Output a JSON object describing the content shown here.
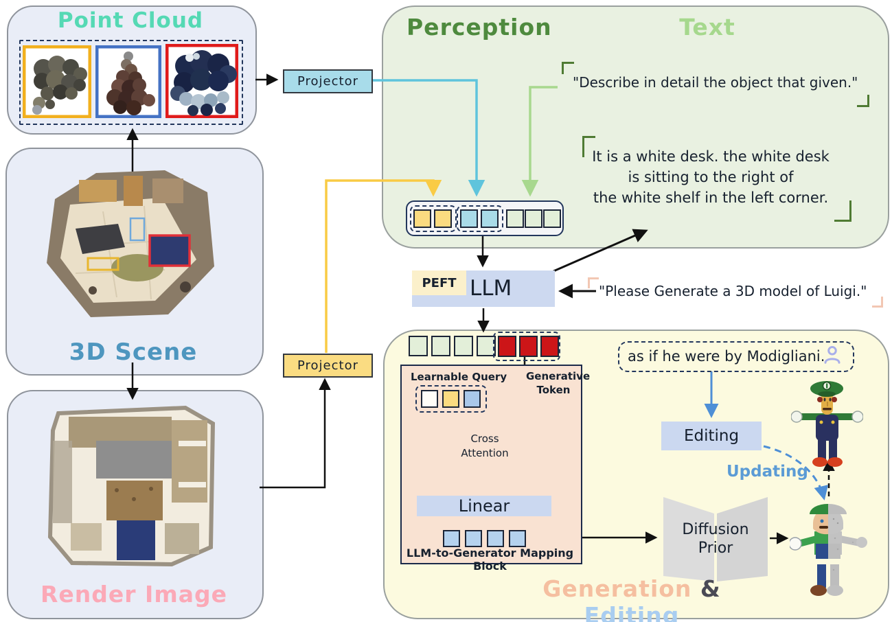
{
  "left_column": {
    "point_cloud_title": "Point Cloud",
    "scene_title": "3D Scene",
    "render_title": "Render Image"
  },
  "projectors": {
    "top_label": "Projector",
    "bottom_label": "Projector"
  },
  "perception_panel": {
    "title": "Perception",
    "text_heading": "Text",
    "instruction_quote": "\"Describe in detail the object that given.\"",
    "response": {
      "line1": "It is a white desk. the white desk",
      "line2": "is sitting to the right of",
      "line3": "the white shelf in the left corner."
    }
  },
  "llm_row": {
    "peft_label": "PEFT",
    "llm_label": "LLM",
    "generate_quote": "\"Please Generate a 3D model of Luigi.\""
  },
  "generation_panel": {
    "edit_instruction": "as if he were by Modigliani.",
    "mapping_block": {
      "learnable_query_label": "Learnable Query",
      "generative_token_line1": "Generative",
      "generative_token_line2": "Token",
      "cross_attention_line1": "Cross",
      "cross_attention_line2": "Attention",
      "linear_label": "Linear",
      "caption": "LLM-to-Generator Mapping Block"
    },
    "editing_label": "Editing",
    "updating_label": "Updating",
    "diffusion_line1": "Diffusion",
    "diffusion_line2": "Prior",
    "footer": {
      "generation": "Generation",
      "ampersand": "&",
      "editing": "Editing"
    }
  },
  "colors": {
    "point_cloud_mint": "#55D9B4",
    "scene_blue": "#4E96BF",
    "render_pink": "#FBA9B7",
    "perception_green": "#4E8A3E",
    "text_green": "#A6D88D",
    "footer_salmon": "#F5BFA0",
    "footer_editing_blue": "#A9CDF0",
    "updating_blue": "#5B9BD5",
    "token_yellow": "#FBDB80",
    "token_cyan": "#A9DBE8",
    "token_pale_green": "#E3EFD9",
    "token_red": "#CC1518",
    "token_blue": "#B5D2EE",
    "llm_fill": "#CDD9F0",
    "peft_fill": "#FBF0CB",
    "mapping_block_fill": "#F9E2D2",
    "projector_top_fill": "#A8DCEA",
    "projector_bottom_fill": "#FADC82"
  }
}
